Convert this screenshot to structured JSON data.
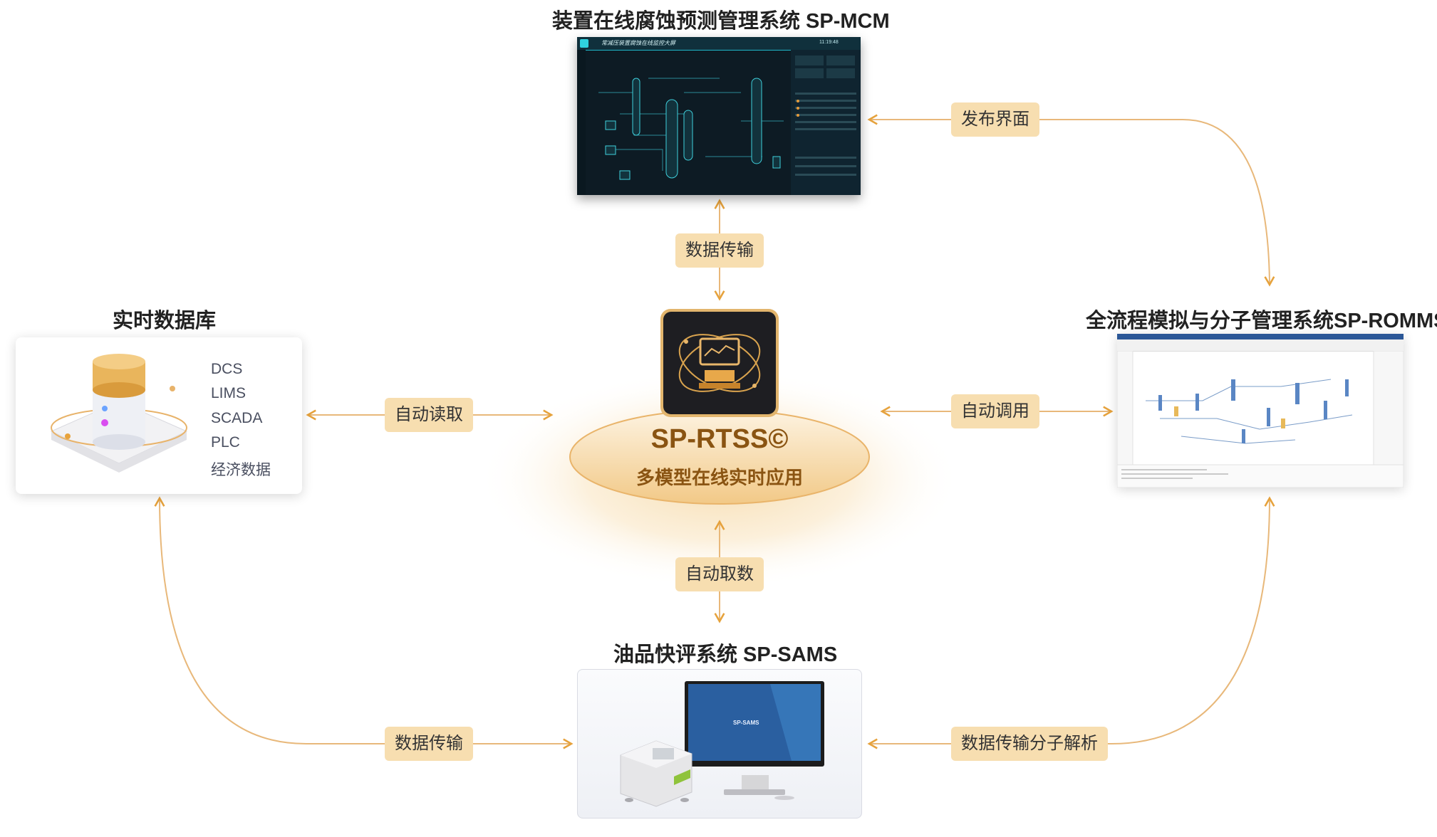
{
  "center": {
    "title": "SP-RTSS©",
    "subtitle": "多模型在线实时应用"
  },
  "top_system": {
    "title": "装置在线腐蚀预测管理系统 SP-MCM",
    "dashboard_header": "常减压装置腐蚀在线监控大屏",
    "dashboard_time": "11:19:48"
  },
  "left_system": {
    "title": "实时数据库",
    "sources": [
      "DCS",
      "LIMS",
      "SCADA",
      "PLC",
      "经济数据"
    ]
  },
  "right_system": {
    "title": "全流程模拟与分子管理系统SP-ROMMS"
  },
  "bottom_system": {
    "title": "油品快评系统 SP-SAMS",
    "screen_text": "SP-SAMS"
  },
  "links": {
    "publish": "发布界面",
    "top_transfer": "数据传输",
    "auto_read": "自动读取",
    "auto_call": "自动调用",
    "auto_fetch": "自动取数",
    "bottom_transfer": "数据传输",
    "transfer_parse": "数据传输分子解析"
  },
  "colors": {
    "accent": "#e6a23c",
    "label_bg": "#f7deb0",
    "center_text": "#8a5412",
    "line": "#e8b87a"
  }
}
